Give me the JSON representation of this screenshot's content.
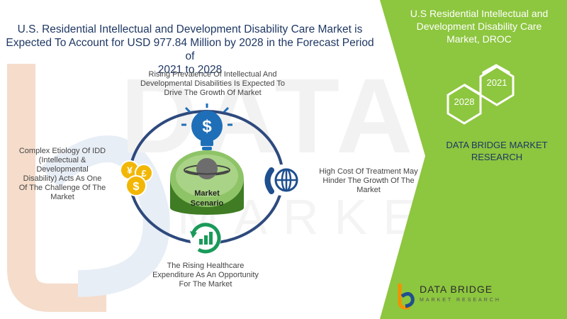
{
  "headline": {
    "line1": "U.S. Residential Intellectual and Development Disability Care  Market is",
    "line2": "Expected To Account for USD 977.84 Million by 2028 in the Forecast Period of",
    "line3": "2021 to 2028"
  },
  "drivers": {
    "line1": "Rising Prevalence Of Intellectual And",
    "line2": "Developmental Disabilities Is Expected To",
    "line3": "Drive The Growth Of Market"
  },
  "restraints": {
    "line1": "High Cost Of Treatment May",
    "line2": "Hinder The Growth Of The",
    "line3": "Market"
  },
  "opportunities": {
    "line1": "The Rising Healthcare",
    "line2": "Expenditure As An Opportunity",
    "line3": "For The Market"
  },
  "challenges": {
    "line1": "Complex Etiology Of IDD",
    "line2": "(Intellectual &",
    "line3": "Developmental",
    "line4": "Disability) Acts As One",
    "line5": "Of The Challenge Of The",
    "line6": "Market"
  },
  "center": {
    "line1": "Market",
    "line2": "Scenario"
  },
  "panel": {
    "title1": "U.S Residential Intellectual and",
    "title2": "Development Disability Care",
    "title3": "Market, DROC",
    "year_a": "2021",
    "year_b": "2028",
    "brand1": "DATA BRIDGE MARKET",
    "brand2": "RESEARCH"
  },
  "logo": {
    "name": "DATA BRIDGE",
    "tagline": "MARKET RESEARCH"
  },
  "colors": {
    "green_panel": "#8dc63f",
    "navy_text": "#1f3864",
    "ring": "#2e4a7d",
    "icon_blue": "#1f6fb8",
    "icon_green": "#1a9a5a",
    "coin_yellow": "#f2b705",
    "logo_orange": "#f39200"
  },
  "icons": [
    "dollar-bulb-icon",
    "globe-phone-icon",
    "growth-chart-icon",
    "currency-coins-icon",
    "planet-icon",
    "data-bridge-logo-icon"
  ]
}
